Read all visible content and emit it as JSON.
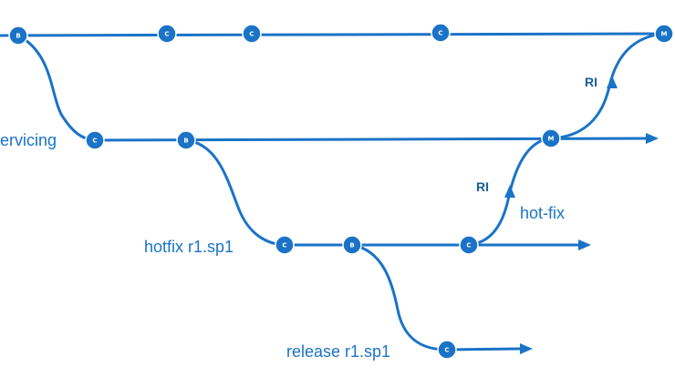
{
  "labels": {
    "servicing": "ervicing",
    "hotfix": "hotfix r1.sp1",
    "release": "release r1.sp1",
    "hotfix_edge": "hot-fix",
    "ri_upper": "RI",
    "ri_lower": "RI"
  },
  "nodes": [
    {
      "id": "main-b1",
      "letter": "B"
    },
    {
      "id": "main-c1",
      "letter": "C"
    },
    {
      "id": "main-c2",
      "letter": "C"
    },
    {
      "id": "main-c3",
      "letter": "C"
    },
    {
      "id": "main-m1",
      "letter": "M"
    },
    {
      "id": "servicing-c1",
      "letter": "C"
    },
    {
      "id": "servicing-b1",
      "letter": "B"
    },
    {
      "id": "servicing-m1",
      "letter": "M"
    },
    {
      "id": "hotfix-c1",
      "letter": "C"
    },
    {
      "id": "hotfix-b1",
      "letter": "B"
    },
    {
      "id": "hotfix-c2",
      "letter": "C"
    },
    {
      "id": "release-c1",
      "letter": "C"
    }
  ],
  "colors": {
    "accent": "#1a73c7",
    "ri_text": "#1a5d9a"
  }
}
